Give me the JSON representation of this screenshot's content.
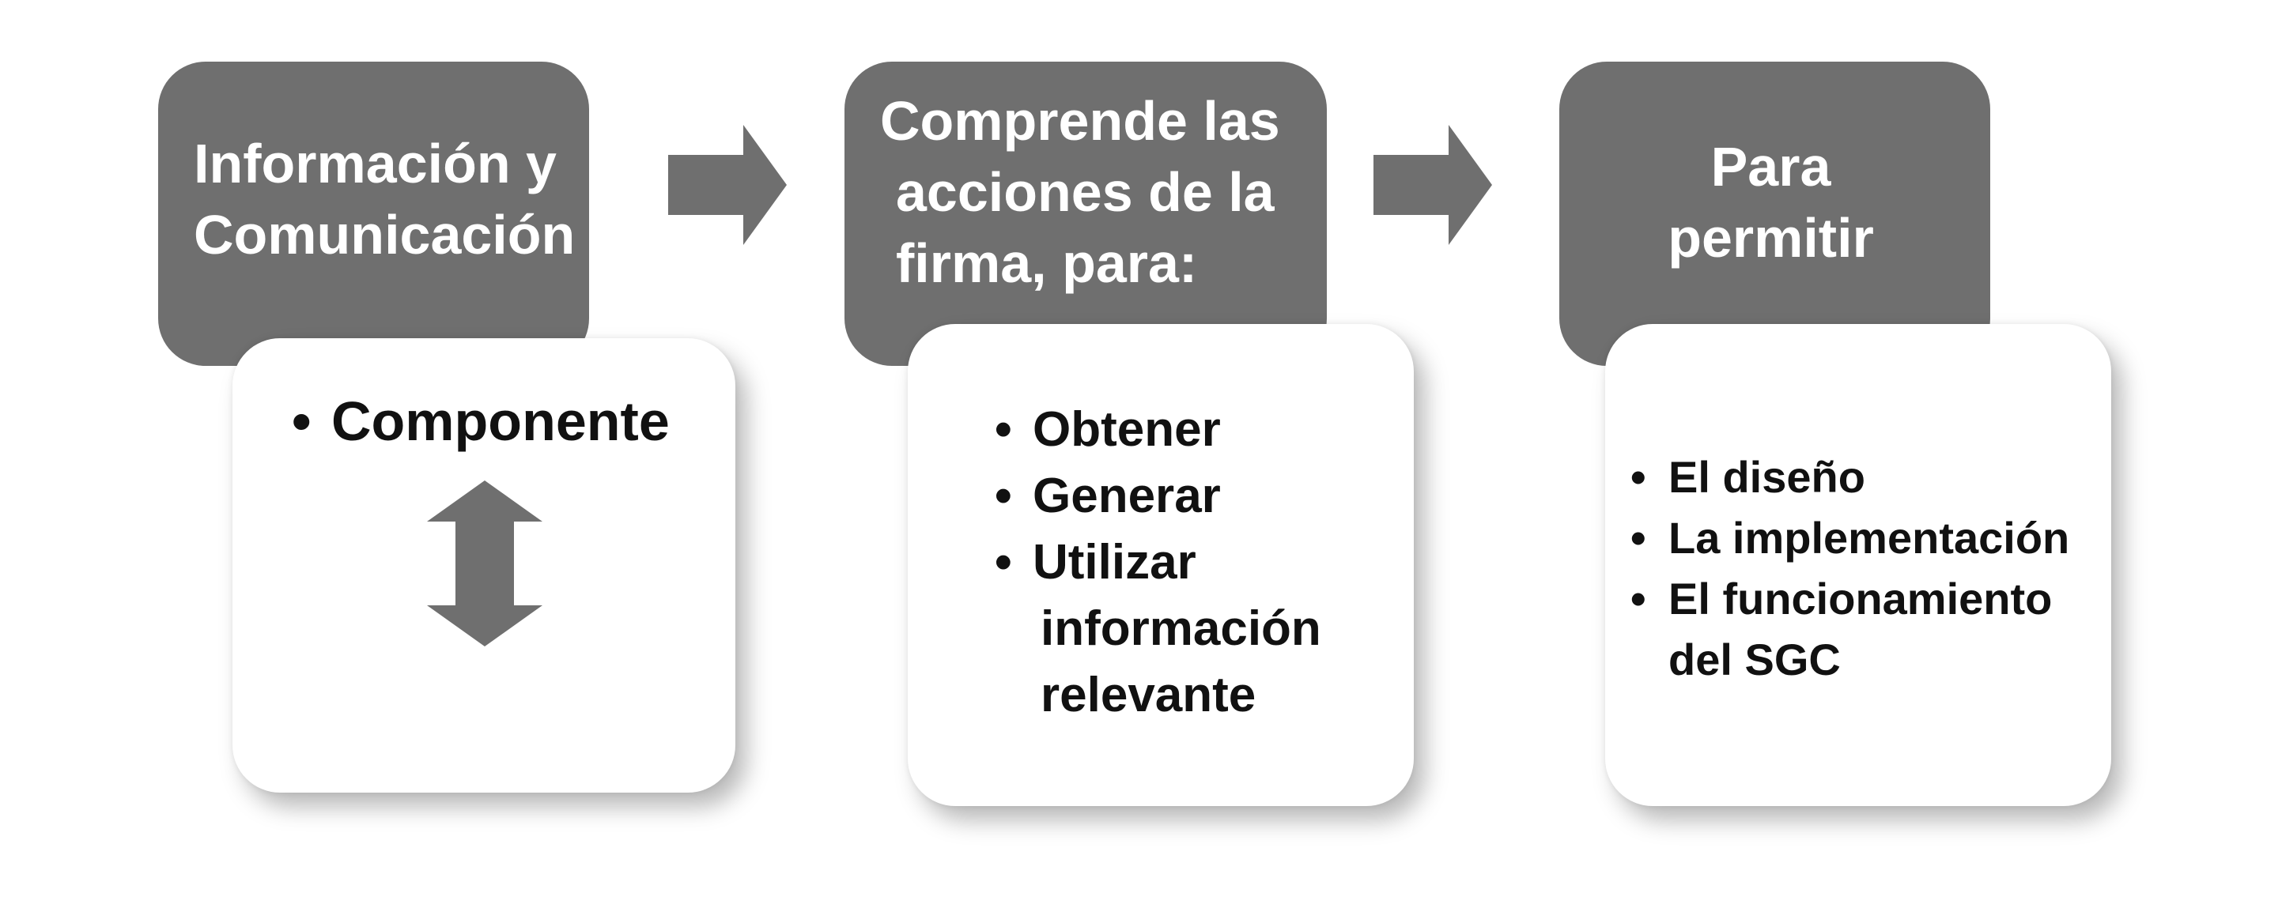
{
  "stages": [
    {
      "header_lines": [
        "Información y",
        "Comunicación"
      ],
      "bullets": [
        "Componente"
      ]
    },
    {
      "header_lines": [
        "Comprende las",
        "acciones de la",
        "firma, para:"
      ],
      "bullets": [
        "Obtener",
        "Generar",
        "Utilizar información relevante"
      ],
      "bullet_wrapped": [
        [
          "Obtener"
        ],
        [
          "Generar"
        ],
        [
          "Utilizar",
          "información",
          "relevante"
        ]
      ]
    },
    {
      "header_lines": [
        "Para",
        "permitir"
      ],
      "bullets": [
        "El diseño",
        "La implementación",
        "El funcionamiento del SGC"
      ],
      "bullet_wrapped": [
        [
          "El diseño"
        ],
        [
          "La implementación"
        ],
        [
          "El funcionamiento",
          "del SGC"
        ]
      ]
    }
  ],
  "colors": {
    "header_fill": "#6f6f6f",
    "arrow_fill": "#6f6f6f",
    "card_fill": "#ffffff",
    "text_dark": "#111111",
    "text_light": "#ffffff"
  },
  "icons": {
    "between_stages": "arrow-right-icon",
    "stage1_symbol": "double-arrow-vertical-icon"
  }
}
